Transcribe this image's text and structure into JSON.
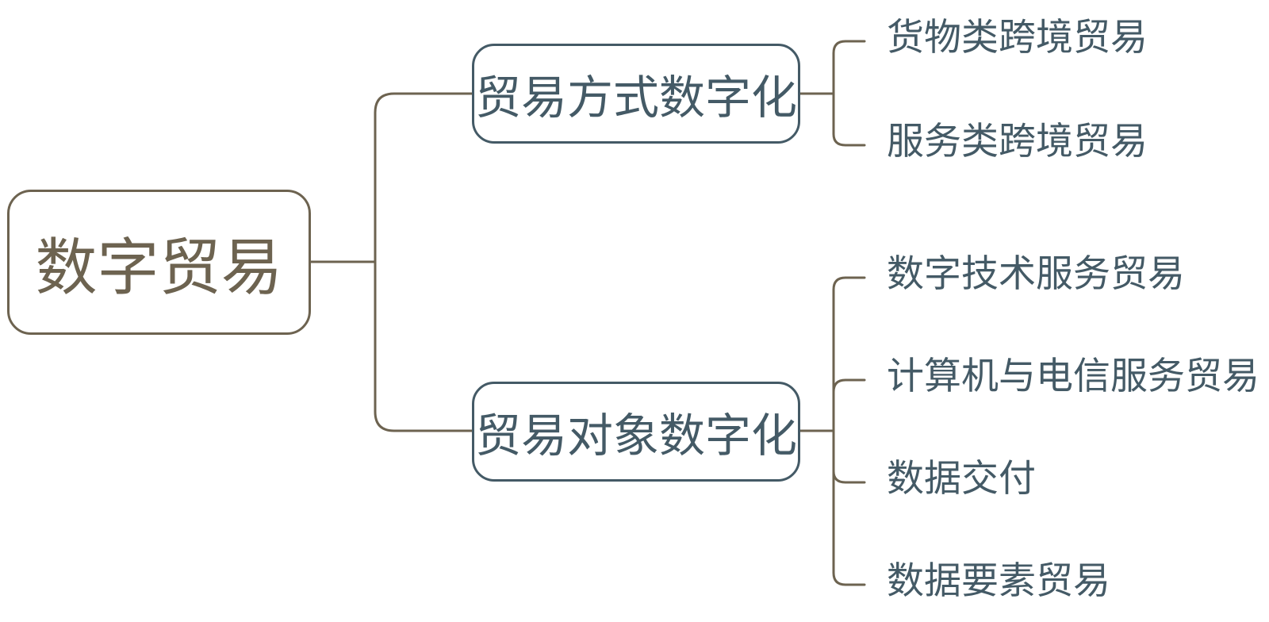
{
  "root": {
    "label": "数字贸易"
  },
  "branches": [
    {
      "label": "贸易方式数字化",
      "leaves": [
        "货物类跨境贸易",
        "服务类跨境贸易"
      ]
    },
    {
      "label": "贸易对象数字化",
      "leaves": [
        "数字技术服务贸易",
        "计算机与电信服务贸易",
        "数据交付",
        "数据要素贸易"
      ]
    }
  ],
  "colors": {
    "root": "#6d6350",
    "connector": "#6d6350",
    "branch": "#445a66",
    "leaf_text": "#445a66",
    "background": "#ffffff"
  }
}
